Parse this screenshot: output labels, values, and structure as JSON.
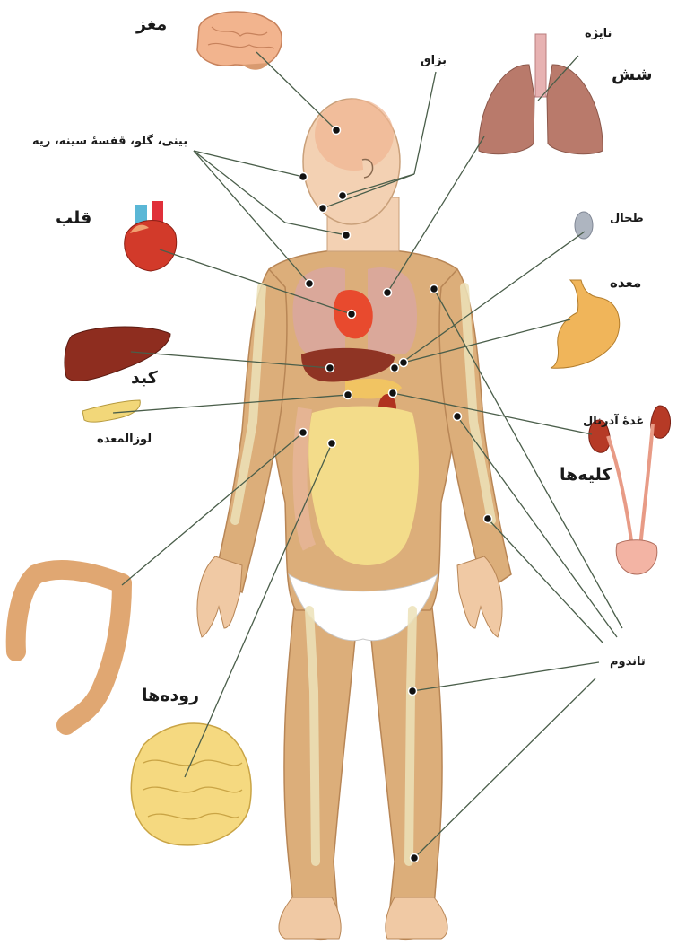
{
  "labels": {
    "brain": "مغز",
    "saliva": "بزاق",
    "trachea": "نایژه",
    "lung": "شش",
    "nose_throat": "بینی، گلو، قفسهٔ سینه، ریه",
    "heart": "قلب",
    "spleen": "طحال",
    "stomach": "معده",
    "liver": "کبد",
    "adrenal": "غدهٔ آدرنال",
    "pancreas": "لوزالمعده",
    "kidneys": "کلیه‌ها",
    "intestines": "روده‌ها",
    "tendon": "تاندوم"
  },
  "colors": {
    "skin": "#f3d1b3",
    "muscle": "#d9a46a",
    "bone": "#e8dcb0",
    "organ_lung": "#d4a19b",
    "organ_heart": "#d8352a",
    "organ_liver": "#8c2f22",
    "organ_stomach": "#f1b85a",
    "organ_intestine": "#f5df8a",
    "leader_line": "#4a5e4a",
    "dot": "#111111"
  }
}
